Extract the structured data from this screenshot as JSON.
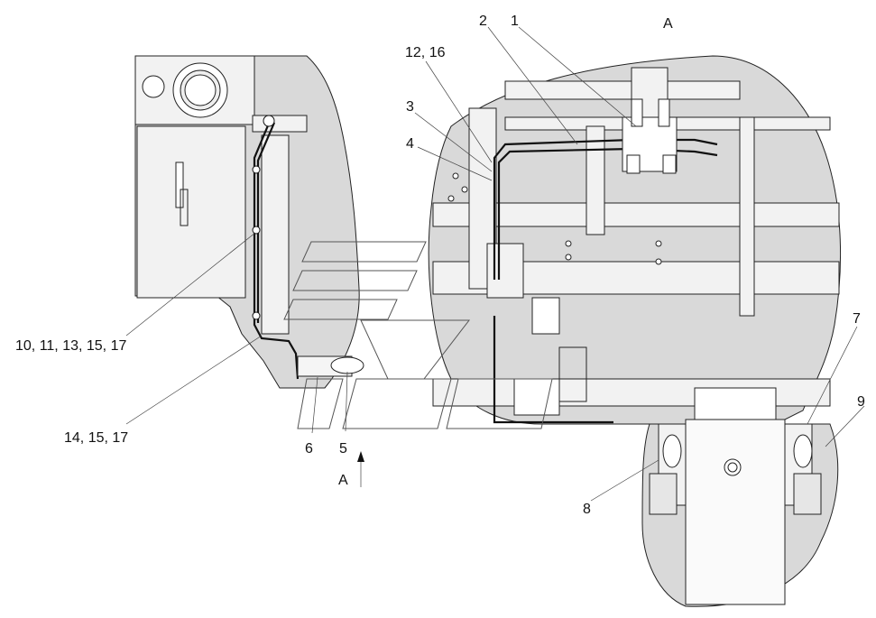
{
  "view_label": "A",
  "arrow_label": "A",
  "callouts": {
    "c1": "1",
    "c2": "2",
    "c3": "3",
    "c4": "4",
    "c5": "5",
    "c6": "6",
    "c7": "7",
    "c8": "8",
    "c9": "9",
    "c12_16": "12, 16",
    "c10_17": "10, 11, 13, 15, 17",
    "c14_17": "14, 15, 17"
  },
  "colors": {
    "detail_fill": "#d9d9d9",
    "line": "#222222",
    "background": "#ffffff"
  }
}
